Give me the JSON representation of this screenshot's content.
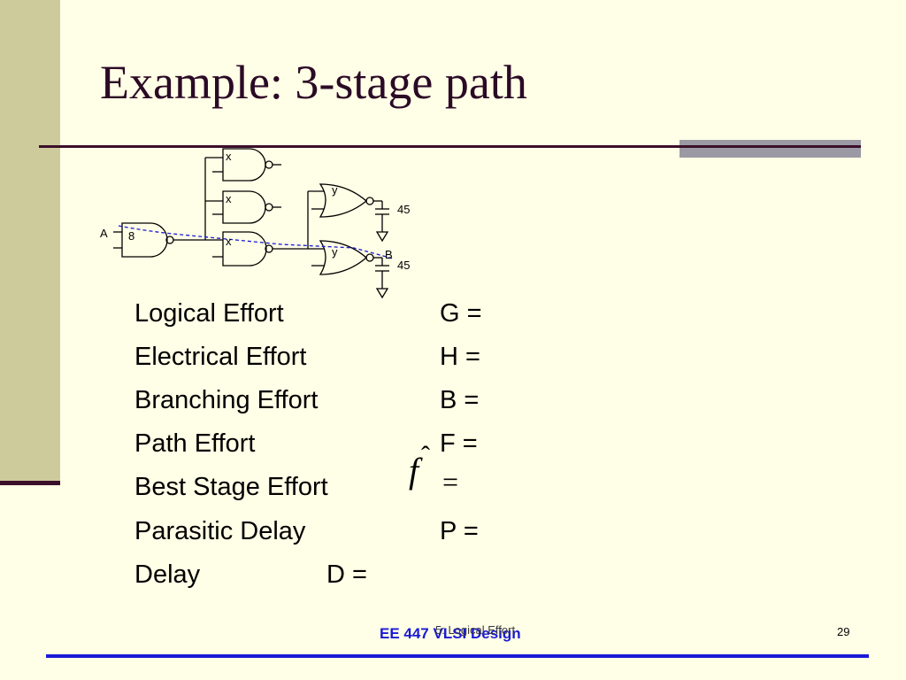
{
  "slide": {
    "title": "Example: 3-stage path",
    "page_number": "29",
    "footer_course": "EE 447 VLSI Design",
    "footer_section": "5: Logical Effort"
  },
  "circuit": {
    "input_label": "A",
    "output_label": "B",
    "stage1_size": "8",
    "stage2_size": "x",
    "stage3_size": "y",
    "load": "45"
  },
  "effort_rows": [
    {
      "label": "Logical Effort",
      "symbol": "G ="
    },
    {
      "label": "Electrical Effort",
      "symbol": "H ="
    },
    {
      "label": "Branching Effort",
      "symbol": "B ="
    },
    {
      "label": "Path Effort",
      "symbol": "F ="
    },
    {
      "label": "Best Stage Effort",
      "symbol": ""
    },
    {
      "label": "Parasitic Delay",
      "symbol": "P ="
    },
    {
      "label": "Delay",
      "symbol": "D ="
    }
  ],
  "best_stage": {
    "symbol": "f",
    "equals": "="
  }
}
